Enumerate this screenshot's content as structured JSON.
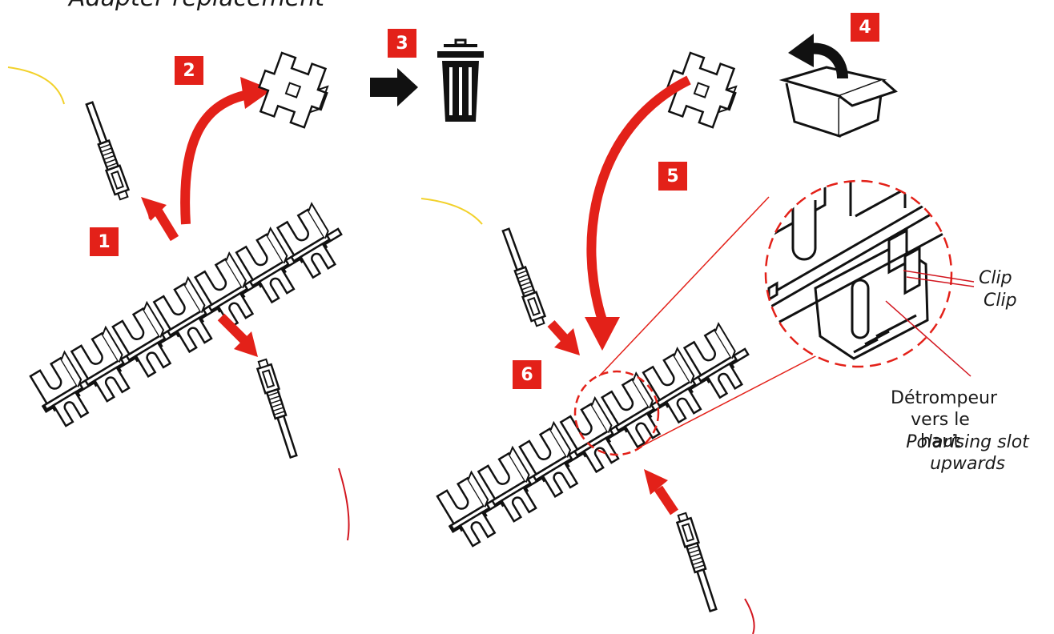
{
  "title": "Adapter replacement",
  "steps": [
    "1",
    "2",
    "3",
    "4",
    "5",
    "6"
  ],
  "labels": {
    "clip_top": "Clip",
    "clip_bottom": "Clip",
    "polarising_fr_line1": "Détrompeur",
    "polarising_fr_line2": "vers le haut",
    "polarising_en_line1": "Polarising slot",
    "polarising_en_line2": "upwards"
  },
  "colors": {
    "accent": "#e32119",
    "line": "#111111",
    "fiber_yellow": "#f2d12b",
    "fiber_red": "#d2161f"
  },
  "icons": [
    "trash-bin-icon",
    "cardboard-box-icon",
    "arrow-right-icon",
    "curved-arrow-icon"
  ]
}
